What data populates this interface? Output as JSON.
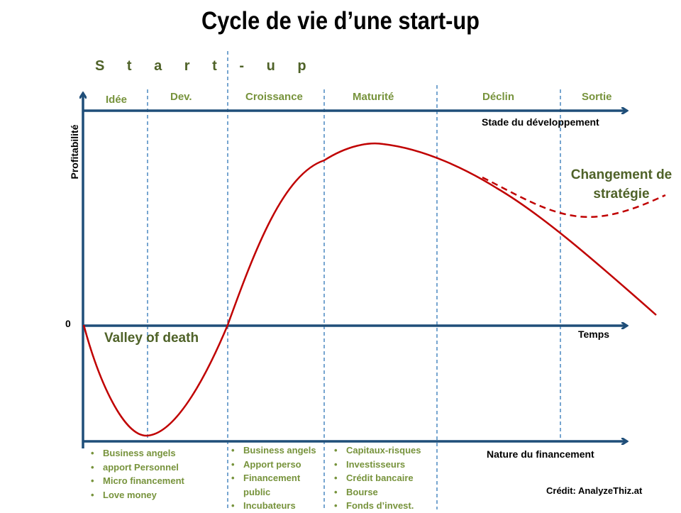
{
  "title": "Cycle de vie d’une start-up",
  "startup_label": "S t a r t - u p",
  "stages": [
    "Idée",
    "Dev.",
    "Croissance",
    "Maturité",
    "Déclin",
    "Sortie"
  ],
  "axes": {
    "development": "Stade du développement",
    "time": "Temps",
    "financing": "Nature du financement",
    "profitability": "Profitabilité",
    "zero": "0"
  },
  "annotations": {
    "valley": "Valley of death",
    "strategy_change": "Changement de stratégie"
  },
  "financing": {
    "seed": [
      "Business angels",
      "apport Personnel",
      "Micro financement",
      "Love money"
    ],
    "growth": [
      "Business angels",
      "Apport perso",
      "Financement public",
      "Incubateurs"
    ],
    "maturity": [
      "Capitaux-risques",
      "Investisseurs",
      "Crédit bancaire",
      "Bourse",
      "Fonds d’invest."
    ]
  },
  "credit": "Crédit: AnalyzeThiz.at",
  "colors": {
    "axis": "#1f4e79",
    "curve": "#c00000",
    "stage_text": "#77933c",
    "annotation_text": "#4f6228"
  }
}
